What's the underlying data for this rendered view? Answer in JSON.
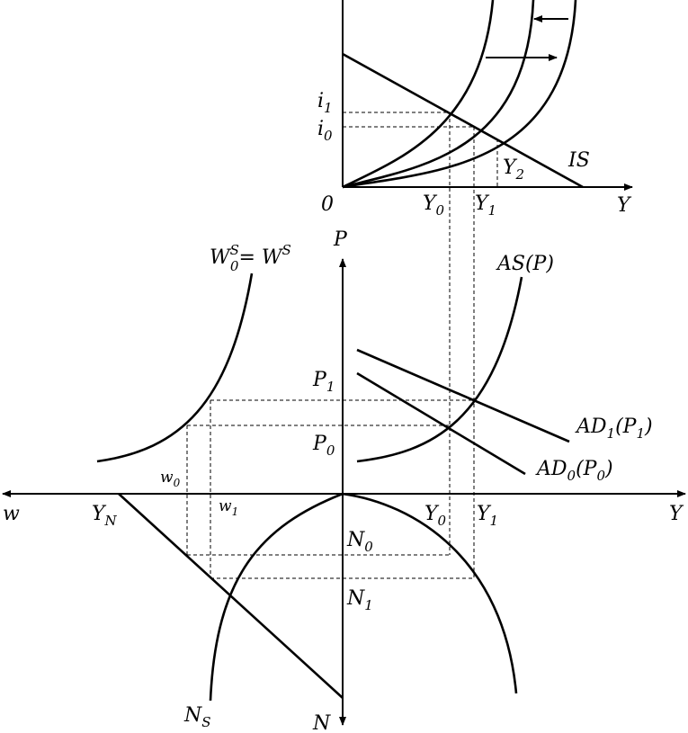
{
  "labels": {
    "top_origin": "0",
    "i1": {
      "base": "i",
      "sub": "1"
    },
    "i0": {
      "base": "i",
      "sub": "0"
    },
    "IS": "IS",
    "Y_top_axis": "Y",
    "Y0_top": {
      "base": "Y",
      "sub": "0"
    },
    "Y1_top": {
      "base": "Y",
      "sub": "1"
    },
    "Y2_top": {
      "base": "Y",
      "sub": "2"
    },
    "P_axis": "P",
    "wage_supply": {
      "w0": "W",
      "w0_sub": "0",
      "w0_sup": "S",
      "eq": "= W",
      "eq_sup": "S"
    },
    "AS": "AS(P)",
    "P1": {
      "base": "P",
      "sub": "1"
    },
    "P0": {
      "base": "P",
      "sub": "0"
    },
    "AD1": {
      "pre": "AD",
      "sub": "1",
      "post": "(P",
      "post_sub": "1",
      "close": ")"
    },
    "AD0": {
      "pre": "AD",
      "sub": "0",
      "post": "(P",
      "post_sub": "0",
      "close": ")"
    },
    "w0": {
      "base": "w",
      "sub": "0"
    },
    "w1": {
      "base": "w",
      "sub": "1"
    },
    "w_axis": "w",
    "YN": {
      "base": "Y",
      "sub": "N"
    },
    "Y0_mid": {
      "base": "Y",
      "sub": "0"
    },
    "Y1_mid": {
      "base": "Y",
      "sub": "1"
    },
    "Y_mid_axis": "Y",
    "N0": {
      "base": "N",
      "sub": "0"
    },
    "N1": {
      "base": "N",
      "sub": "1"
    },
    "NS": {
      "base": "N",
      "sub": "S"
    },
    "N_axis": "N"
  }
}
